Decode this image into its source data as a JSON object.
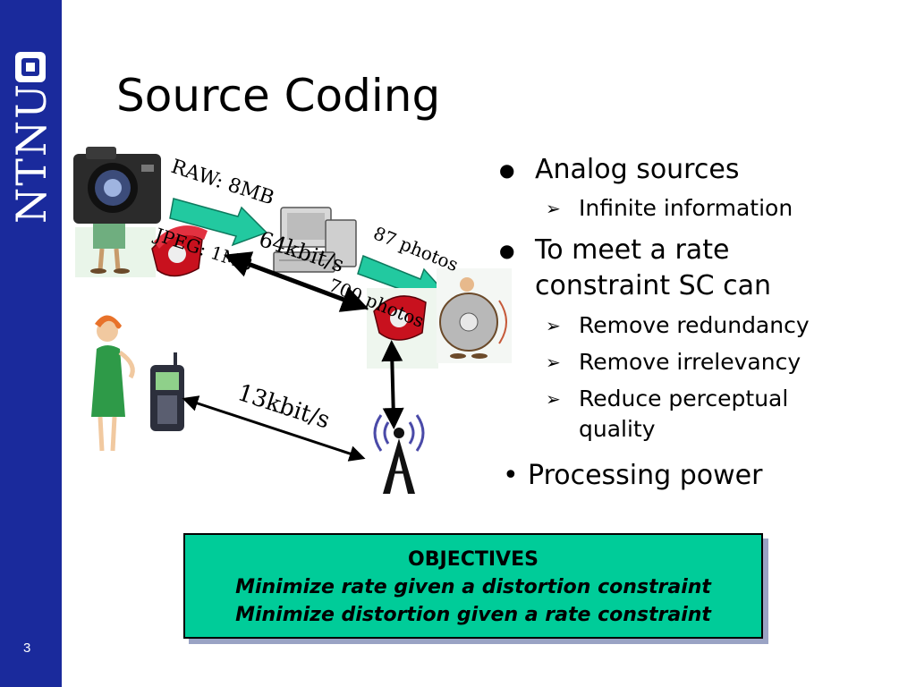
{
  "sidebar": {
    "logo": "NTNU",
    "page_number": "3"
  },
  "slide": {
    "title": "Source Coding"
  },
  "illustration": {
    "labels": {
      "raw": "RAW: 8MB",
      "jpeg": "JPEG: 1MB",
      "rate64": "64kbit/s",
      "photos87": "87 photos",
      "photos700": "700 photos",
      "rate13": "13kbit/s"
    }
  },
  "bullets": {
    "b1": "Analog sources",
    "b1_sub1": "Infinite information",
    "b2": "To meet a rate constraint SC can",
    "b2_sub1": "Remove redundancy",
    "b2_sub2": "Remove irrelevancy",
    "b2_sub3": "Reduce perceptual quality",
    "b3": "Processing power",
    "dot_symbol": "●",
    "bullet_symbol": "•",
    "arrow_symbol": "➢"
  },
  "objectives": {
    "heading": "OBJECTIVES",
    "line1": "Minimize rate given a distortion constraint",
    "line2": "Minimize distortion given a rate constraint"
  },
  "colors": {
    "sidebar": "#1a2a9c",
    "objectives_box": "#00cc99",
    "arrow_teal": "#22c9a0",
    "phone_red": "#c8111e"
  }
}
